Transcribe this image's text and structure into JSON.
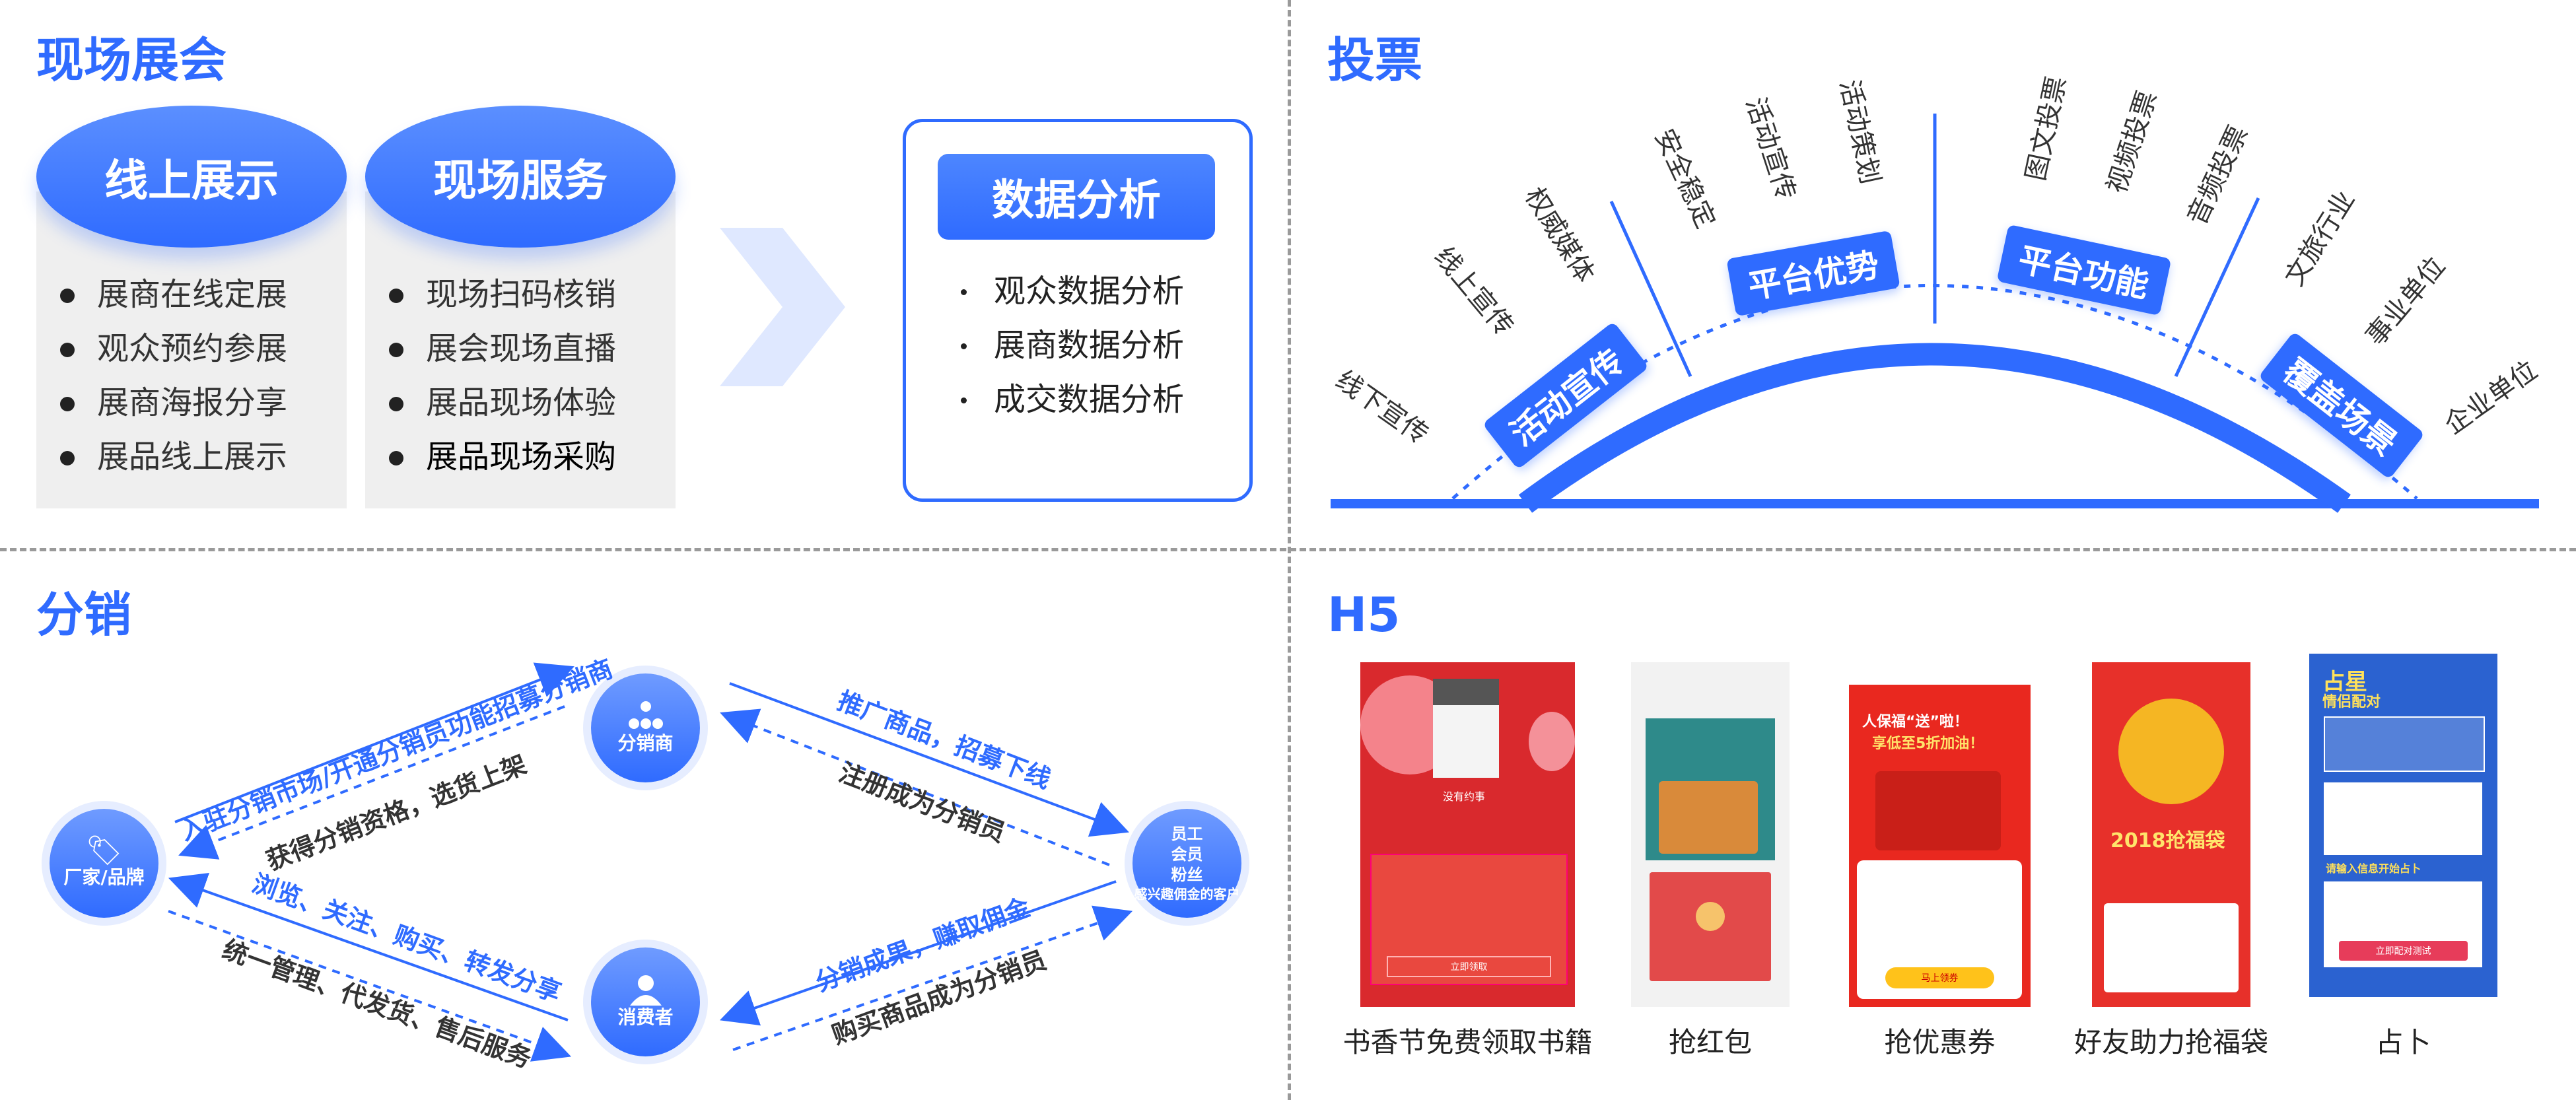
{
  "sections": {
    "expo": {
      "title": "现场展会",
      "online": {
        "label": "线上展示",
        "items": [
          "展商在线定展",
          "观众预约参展",
          "展商海报分享",
          "展品线上展示"
        ]
      },
      "onsite": {
        "label": "现场服务",
        "items": [
          "现场扫码核销",
          "展会现场直播",
          "展品现场体验",
          "展品现场采购"
        ]
      },
      "analysis": {
        "label": "数据分析",
        "items": [
          "观众数据分析",
          "展商数据分析",
          "成交数据分析"
        ]
      }
    },
    "vote": {
      "title": "投票",
      "badges": [
        "活动宣传",
        "平台优势",
        "平台功能",
        "覆盖场景"
      ],
      "labels": [
        "线下宣传",
        "线上宣传",
        "权威媒体",
        "安全稳定",
        "活动宣传",
        "活动策划",
        "图文投票",
        "视频投票",
        "音频投票",
        "文旅行业",
        "事业单位",
        "企业单位"
      ]
    },
    "distribution": {
      "title": "分销",
      "nodes": {
        "brand": "厂家/品牌",
        "distributor": "分销商",
        "consumer": "消费者",
        "target": [
          "员工",
          "会员",
          "粉丝",
          "感兴趣佣金的客户"
        ]
      },
      "flows": {
        "tl_blue": "入驻分销市场/开通分销员功能招募分销商",
        "tl_dark": "获得分销资格，选货上架",
        "tr_blue": "推广商品，招募下线",
        "tr_dark": "注册成为分销员",
        "bl_blue": "浏览、关注、购买、转发分享",
        "bl_dark": "统一管理、代发货、售后服务",
        "br_blue": "分销成果，赚取佣金",
        "br_dark": "购买商品成为分销员"
      }
    },
    "h5": {
      "title": "H5",
      "cards": [
        {
          "caption": "书香节免费领取书籍",
          "t1": "没有约事",
          "btn": "立即领取"
        },
        {
          "caption": "抢红包"
        },
        {
          "caption": "抢优惠券",
          "head": "人保福“送”啦！",
          "sub": "享低至5折加油！",
          "btn": "马上领券"
        },
        {
          "caption": "好友助力抢福袋",
          "big": "2018抢福袋"
        },
        {
          "caption": "占卜",
          "head": "占星",
          "sub": "情侣配对",
          "btn": "立即配对测试",
          "hint": "请输入信息开始占卜"
        }
      ]
    }
  },
  "colors": {
    "accent": "#2f6bff",
    "light": "#dfe8ff"
  }
}
